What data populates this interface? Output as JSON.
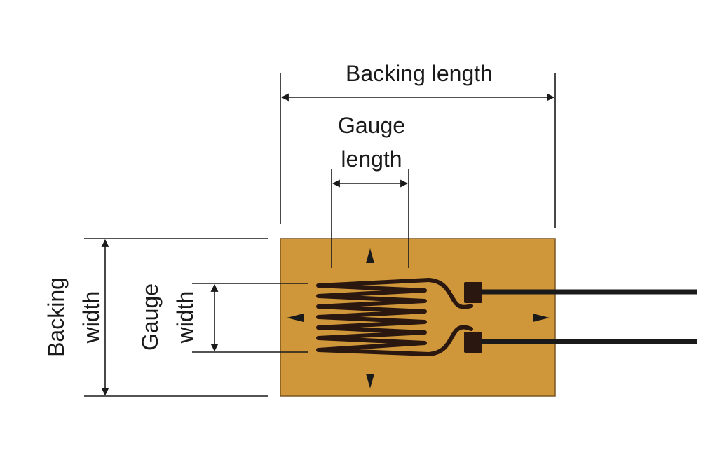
{
  "diagram": {
    "labels": {
      "backing_length": "Backing length",
      "gauge_length_line1": "Gauge",
      "gauge_length_line2": "length",
      "backing_width_line1": "Backing",
      "backing_width_line2": "width",
      "gauge_width_line1": "Gauge",
      "gauge_width_line2": "width"
    },
    "colors": {
      "backing": "#d0963a",
      "backing_border": "#7a5520",
      "grid": "#2a1810",
      "lead_wire": "#1a1a1a",
      "dimension_line": "#1a1a1a"
    },
    "icons": [
      "alignment-mark-icon",
      "solder-tab-icon",
      "lead-wire"
    ]
  }
}
